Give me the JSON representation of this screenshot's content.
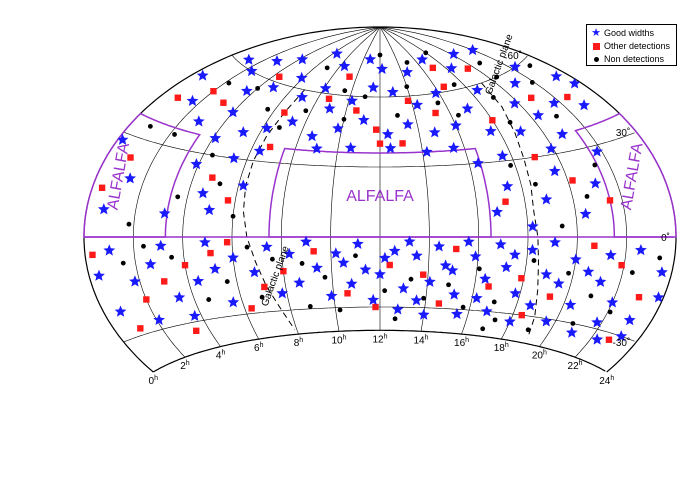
{
  "chart_data": {
    "type": "scatter",
    "projection": "aitoff",
    "title": "",
    "legend": {
      "placement": "top-right",
      "items": [
        {
          "label": "Good widths",
          "marker": "star",
          "color": "#1a1aff"
        },
        {
          "label": "Other detections",
          "marker": "square",
          "color": "#ff1a1a"
        },
        {
          "label": "Non detections",
          "marker": "dot",
          "color": "#000000"
        }
      ]
    },
    "axes": {
      "dec_labels": [
        "60˚",
        "30˚",
        "0˚",
        "-30˚"
      ],
      "dec_values": [
        60,
        30,
        0,
        -30
      ],
      "ra_labels": [
        {
          "h": "24",
          "sup": "h"
        },
        {
          "h": "22",
          "sup": "h"
        },
        {
          "h": "20",
          "sup": "h"
        },
        {
          "h": "18",
          "sup": "h"
        },
        {
          "h": "16",
          "sup": "h"
        },
        {
          "h": "14",
          "sup": "h"
        },
        {
          "h": "12",
          "sup": "h"
        },
        {
          "h": "10",
          "sup": "h"
        },
        {
          "h": "8",
          "sup": "h"
        },
        {
          "h": "6",
          "sup": "h"
        },
        {
          "h": "4",
          "sup": "h"
        },
        {
          "h": "2",
          "sup": "h"
        },
        {
          "h": "0",
          "sup": "h"
        }
      ],
      "ra_values": [
        24,
        22,
        20,
        18,
        16,
        14,
        12,
        10,
        8,
        6,
        4,
        2,
        0
      ],
      "dec_range": [
        -40,
        90
      ],
      "ra_range_hours": [
        24,
        0
      ]
    },
    "annotations": {
      "galactic_plane_label": "Galactic plane",
      "alfalfa_label": "ALFALFA",
      "alfalfa_color": "#9933cc"
    },
    "alfalfa_regions": [
      {
        "ra_hours": [
          7.5,
          16.5
        ],
        "dec": [
          0,
          36
        ]
      },
      {
        "ra_hours": [
          21.5,
          24
        ],
        "dec": [
          0,
          36
        ]
      },
      {
        "ra_hours": [
          0,
          3.3
        ],
        "dec": [
          0,
          36
        ]
      }
    ],
    "colors": {
      "good": "#1a1aff",
      "other": "#ff1a1a",
      "non": "#000000",
      "grid": "#000000"
    },
    "series_note": "",
    "series": [
      {
        "name": "Good widths",
        "points": [
          [
            13.0,
            -22
          ],
          [
            14.1,
            -19
          ],
          [
            15.2,
            -24
          ],
          [
            13.6,
            -27
          ],
          [
            11.4,
            -14
          ],
          [
            12.2,
            -9
          ],
          [
            14.7,
            -12
          ],
          [
            15.9,
            -8
          ],
          [
            16.4,
            -17
          ],
          [
            17.2,
            -12
          ],
          [
            17.8,
            -22
          ],
          [
            18.6,
            -26
          ],
          [
            19.5,
            -17
          ],
          [
            20.3,
            -24
          ],
          [
            21.2,
            -15
          ],
          [
            22.0,
            -21
          ],
          [
            23.1,
            -25
          ],
          [
            23.6,
            -10
          ],
          [
            22.6,
            -4
          ],
          [
            21.4,
            -6
          ],
          [
            20.0,
            -8
          ],
          [
            19.1,
            -2
          ],
          [
            18.2,
            -5
          ],
          [
            16.9,
            -3
          ],
          [
            15.6,
            -2
          ],
          [
            14.4,
            -4
          ],
          [
            13.2,
            -2
          ],
          [
            12.6,
            -6
          ],
          [
            11.1,
            -3
          ],
          [
            10.2,
            -7
          ],
          [
            9.4,
            -13
          ],
          [
            8.6,
            -19
          ],
          [
            7.8,
            -23
          ],
          [
            9.9,
            -25
          ],
          [
            10.8,
            -20
          ],
          [
            11.7,
            -27
          ],
          [
            12.8,
            -31
          ],
          [
            14.0,
            -33
          ],
          [
            15.5,
            -32
          ],
          [
            16.8,
            -30
          ],
          [
            18.0,
            -33
          ],
          [
            19.6,
            -31
          ],
          [
            21.0,
            -33
          ],
          [
            22.3,
            -33
          ],
          [
            23.2,
            -30
          ],
          [
            6.0,
            -8
          ],
          [
            5.2,
            -12
          ],
          [
            4.4,
            -16
          ],
          [
            3.4,
            -21
          ],
          [
            2.6,
            -9
          ],
          [
            1.8,
            -14
          ],
          [
            1.0,
            -4
          ],
          [
            0.4,
            -11
          ],
          [
            3.1,
            -3
          ],
          [
            4.9,
            -2
          ],
          [
            6.8,
            -14
          ],
          [
            7.4,
            -4
          ],
          [
            8.3,
            -7
          ],
          [
            9.0,
            -2
          ],
          [
            10.5,
            -11
          ],
          [
            12.0,
            -16
          ],
          [
            13.5,
            -8
          ],
          [
            15.0,
            -14
          ],
          [
            16.2,
            -25
          ],
          [
            17.5,
            -7
          ],
          [
            18.9,
            -14
          ],
          [
            20.6,
            -12
          ],
          [
            21.8,
            -28
          ],
          [
            23.8,
            -17
          ],
          [
            0.7,
            -22
          ],
          [
            2.1,
            -27
          ],
          [
            3.7,
            -28
          ],
          [
            5.6,
            -25
          ],
          [
            12.9,
            62
          ],
          [
            14.3,
            56
          ],
          [
            15.8,
            60
          ],
          [
            17.1,
            52
          ],
          [
            18.5,
            58
          ],
          [
            19.8,
            50
          ],
          [
            21.0,
            56
          ],
          [
            22.3,
            60
          ],
          [
            23.4,
            52
          ],
          [
            11.5,
            64
          ],
          [
            10.2,
            58
          ],
          [
            9.0,
            54
          ],
          [
            8.1,
            62
          ],
          [
            7.0,
            57
          ],
          [
            5.9,
            64
          ],
          [
            4.8,
            58
          ],
          [
            3.6,
            54
          ],
          [
            2.4,
            60
          ],
          [
            13.5,
            48
          ],
          [
            12.4,
            44
          ],
          [
            11.1,
            50
          ],
          [
            14.8,
            44
          ],
          [
            16.0,
            46
          ],
          [
            17.6,
            42
          ],
          [
            19.0,
            40
          ],
          [
            20.4,
            44
          ],
          [
            21.7,
            46
          ],
          [
            22.9,
            42
          ],
          [
            23.7,
            48
          ],
          [
            9.8,
            46
          ],
          [
            8.6,
            42
          ],
          [
            7.3,
            47
          ],
          [
            6.2,
            43
          ],
          [
            12.2,
            72
          ],
          [
            10.8,
            76
          ],
          [
            14.5,
            70
          ],
          [
            16.8,
            74
          ],
          [
            18.4,
            68
          ],
          [
            20.2,
            72
          ],
          [
            22.0,
            70
          ],
          [
            8.4,
            72
          ],
          [
            6.4,
            76
          ],
          [
            4.2,
            70
          ],
          [
            2.8,
            66
          ],
          [
            1.2,
            62
          ],
          [
            0.5,
            52
          ],
          [
            1.6,
            45
          ],
          [
            2.8,
            40
          ],
          [
            4.0,
            46
          ],
          [
            5.2,
            40
          ],
          [
            21.8,
            28
          ],
          [
            21.1,
            18
          ],
          [
            20.4,
            8
          ],
          [
            19.6,
            24
          ],
          [
            18.9,
            14
          ],
          [
            18.2,
            4
          ],
          [
            17.4,
            20
          ],
          [
            16.8,
            10
          ],
          [
            19.9,
            32
          ],
          [
            20.8,
            36
          ],
          [
            17.6,
            32
          ],
          [
            16.4,
            30
          ],
          [
            3.9,
            26
          ],
          [
            4.6,
            16
          ],
          [
            5.4,
            30
          ],
          [
            6.2,
            20
          ],
          [
            3.2,
            8
          ],
          [
            4.1,
            36
          ],
          [
            5.0,
            10
          ],
          [
            6.4,
            34
          ],
          [
            0.7,
            8
          ],
          [
            1.4,
            18
          ],
          [
            0.2,
            28
          ],
          [
            12.5,
            38
          ],
          [
            14.2,
            36
          ],
          [
            10.6,
            38
          ],
          [
            9.0,
            37
          ],
          [
            15.5,
            37
          ]
        ]
      },
      {
        "name": "Other detections",
        "points": [
          [
            12.4,
            -12
          ],
          [
            13.8,
            -16
          ],
          [
            15.1,
            -5
          ],
          [
            16.6,
            -20
          ],
          [
            17.9,
            -16
          ],
          [
            19.3,
            -22
          ],
          [
            20.7,
            -3
          ],
          [
            21.9,
            -9
          ],
          [
            23.0,
            -18
          ],
          [
            10.6,
            -24
          ],
          [
            9.3,
            -6
          ],
          [
            8.0,
            -14
          ],
          [
            7.1,
            -20
          ],
          [
            6.3,
            -28
          ],
          [
            5.1,
            -6
          ],
          [
            4.0,
            -10
          ],
          [
            3.0,
            -15
          ],
          [
            2.0,
            -20
          ],
          [
            1.1,
            -28
          ],
          [
            0.3,
            -5
          ],
          [
            11.8,
            -30
          ],
          [
            14.6,
            -28
          ],
          [
            18.4,
            -30
          ],
          [
            22.8,
            -32
          ],
          [
            3.4,
            -33
          ],
          [
            5.8,
            -2
          ],
          [
            13.8,
            58
          ],
          [
            15.2,
            52
          ],
          [
            16.6,
            62
          ],
          [
            18.0,
            46
          ],
          [
            20.9,
            50
          ],
          [
            22.6,
            46
          ],
          [
            10.6,
            54
          ],
          [
            8.7,
            58
          ],
          [
            6.6,
            50
          ],
          [
            4.4,
            62
          ],
          [
            3.1,
            48
          ],
          [
            11.8,
            46
          ],
          [
            13.1,
            40
          ],
          [
            17.0,
            70
          ],
          [
            19.5,
            66
          ],
          [
            9.4,
            68
          ],
          [
            2.0,
            50
          ],
          [
            0.8,
            44
          ],
          [
            20.2,
            20
          ],
          [
            19.0,
            30
          ],
          [
            17.2,
            14
          ],
          [
            21.5,
            12
          ],
          [
            4.8,
            22
          ],
          [
            5.7,
            14
          ],
          [
            1.0,
            24
          ],
          [
            0.4,
            14
          ],
          [
            12.0,
            40
          ],
          [
            6.8,
            36
          ]
        ]
      },
      {
        "name": "Non detections",
        "points": [
          [
            13.3,
            -18
          ],
          [
            14.9,
            -20
          ],
          [
            16.1,
            -13
          ],
          [
            17.0,
            -26
          ],
          [
            18.3,
            -9
          ],
          [
            19.8,
            -13
          ],
          [
            21.0,
            -20
          ],
          [
            22.4,
            -11
          ],
          [
            23.4,
            -6
          ],
          [
            11.0,
            -8
          ],
          [
            9.7,
            -17
          ],
          [
            8.8,
            -11
          ],
          [
            7.6,
            -9
          ],
          [
            6.6,
            -4
          ],
          [
            5.6,
            -17
          ],
          [
            4.6,
            -23
          ],
          [
            3.5,
            -7
          ],
          [
            2.4,
            -3
          ],
          [
            1.5,
            -8
          ],
          [
            12.2,
            -23
          ],
          [
            13.9,
            -26
          ],
          [
            15.7,
            -29
          ],
          [
            17.3,
            -33
          ],
          [
            19.0,
            -35
          ],
          [
            20.8,
            -30
          ],
          [
            22.1,
            -24
          ],
          [
            6.9,
            -24
          ],
          [
            8.9,
            -29
          ],
          [
            10.2,
            -31
          ],
          [
            16.9,
            -37
          ],
          [
            12.7,
            -35
          ],
          [
            14.0,
            64
          ],
          [
            15.6,
            56
          ],
          [
            17.4,
            62
          ],
          [
            19.0,
            54
          ],
          [
            20.5,
            60
          ],
          [
            21.9,
            54
          ],
          [
            23.1,
            58
          ],
          [
            11.0,
            60
          ],
          [
            9.5,
            62
          ],
          [
            7.7,
            52
          ],
          [
            5.6,
            50
          ],
          [
            4.0,
            56
          ],
          [
            2.2,
            54
          ],
          [
            13.0,
            52
          ],
          [
            16.4,
            50
          ],
          [
            18.8,
            44
          ],
          [
            21.2,
            42
          ],
          [
            10.0,
            50
          ],
          [
            6.8,
            44
          ],
          [
            12.0,
            78
          ],
          [
            15.0,
            74
          ],
          [
            18.0,
            76
          ],
          [
            20.8,
            66
          ],
          [
            7.0,
            70
          ],
          [
            21.4,
            24
          ],
          [
            20.6,
            14
          ],
          [
            19.4,
            4
          ],
          [
            18.6,
            20
          ],
          [
            17.8,
            28
          ],
          [
            4.4,
            30
          ],
          [
            5.2,
            20
          ],
          [
            3.6,
            14
          ],
          [
            6.0,
            8
          ],
          [
            2.2,
            34
          ],
          [
            1.8,
            4
          ],
          [
            0.9,
            34
          ]
        ]
      }
    ]
  }
}
